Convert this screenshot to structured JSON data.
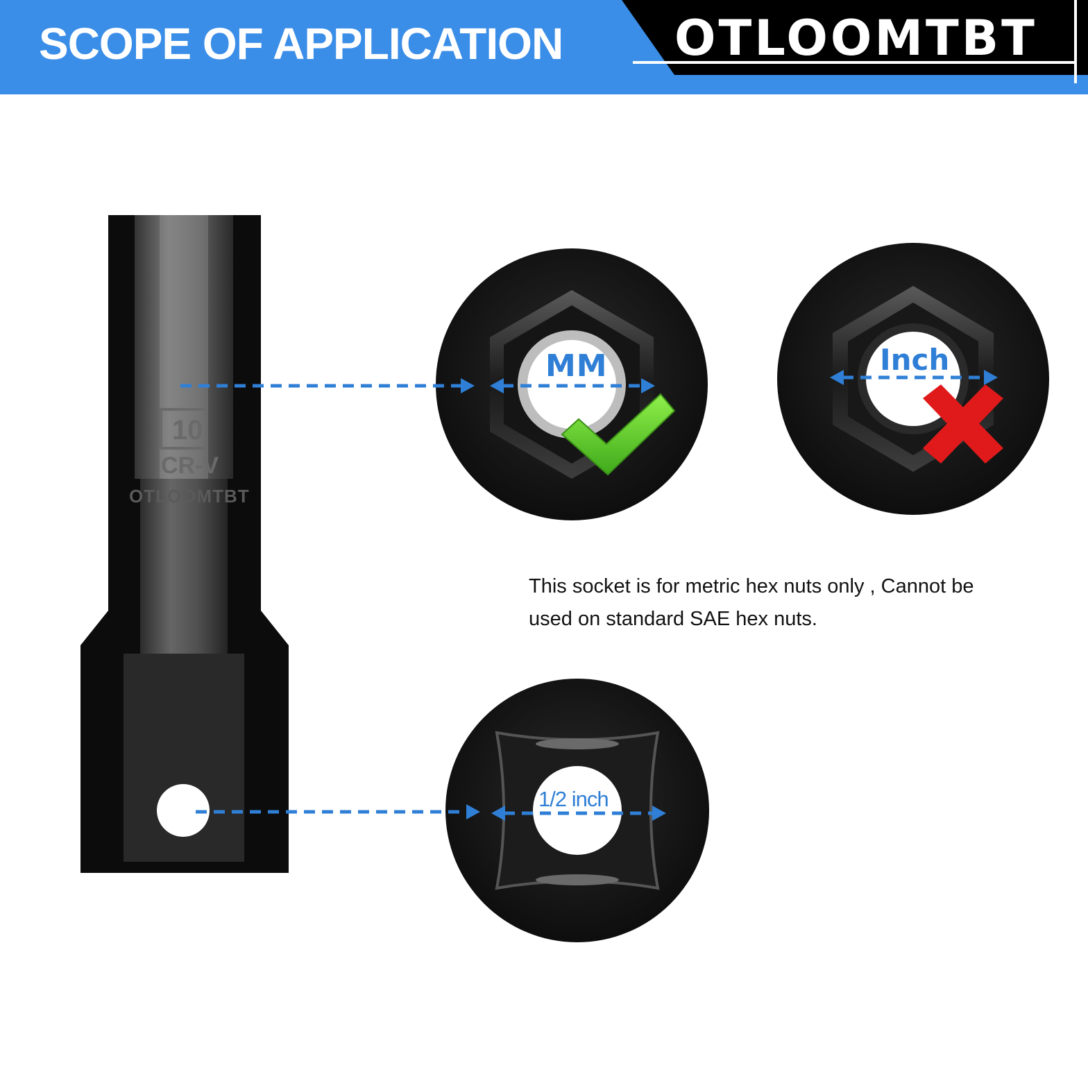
{
  "header": {
    "title": "SCOPE OF APPLICATION",
    "brand": "OTLOOMTBT",
    "colors": {
      "banner_blue": "#3b8ee8",
      "brand_black": "#000000"
    }
  },
  "socket_markings": {
    "size": "10",
    "material": "CR-V",
    "brand": "OTLOOMTBT"
  },
  "views": {
    "metric": {
      "label": "MM",
      "status": "check-icon",
      "status_color": "#6fd12f"
    },
    "inch": {
      "label": "Inch",
      "status": "cross-icon",
      "status_color": "#e01a1a"
    },
    "drive": {
      "label": "1/2 inch"
    }
  },
  "caption": "This socket is for metric hex nuts only , Cannot be used on standard SAE hex nuts.",
  "colors": {
    "arrow": "#2f7fd6",
    "socket": "#0c0c0c"
  }
}
